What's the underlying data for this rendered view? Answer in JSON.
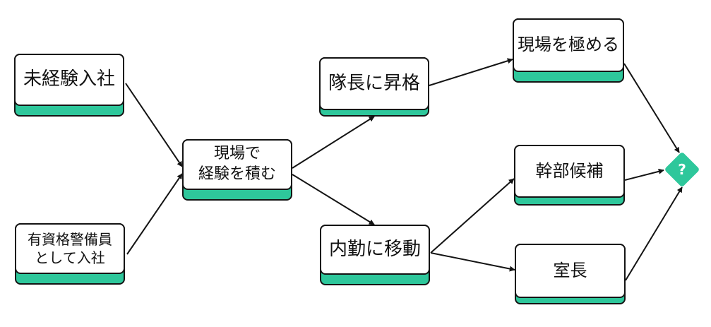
{
  "colors": {
    "accent": "#2ec79b",
    "stroke": "#141414",
    "face": "#ffffff"
  },
  "nodes": {
    "mikeiken_nyusha": {
      "lines": [
        "未経験入社"
      ]
    },
    "yushikaku_nyusha": {
      "lines": [
        "有資格警備員",
        "として入社"
      ]
    },
    "genba_keiken": {
      "lines": [
        "現場で",
        "経験を積む"
      ]
    },
    "taicho_shokaku": {
      "lines": [
        "隊長に昇格"
      ]
    },
    "naikin_ido": {
      "lines": [
        "内勤に移動"
      ]
    },
    "genba_kiwameru": {
      "lines": [
        "現場を極める"
      ]
    },
    "kanbu_kohо": {
      "lines": [
        "幹部候補"
      ]
    },
    "shitsucho": {
      "lines": [
        "室長"
      ]
    }
  },
  "goal": {
    "label": "?",
    "icon": "question-diamond-icon"
  },
  "edges": [
    {
      "from": "mikeiken_nyusha",
      "to": "genba_keiken"
    },
    {
      "from": "yushikaku_nyusha",
      "to": "genba_keiken"
    },
    {
      "from": "genba_keiken",
      "to": "taicho_shokaku"
    },
    {
      "from": "genba_keiken",
      "to": "naikin_ido"
    },
    {
      "from": "taicho_shokaku",
      "to": "genba_kiwameru"
    },
    {
      "from": "naikin_ido",
      "to": "kanbu_kohо"
    },
    {
      "from": "naikin_ido",
      "to": "shitsucho"
    },
    {
      "from": "genba_kiwameru",
      "to": "goal"
    },
    {
      "from": "kanbu_kohо",
      "to": "goal"
    },
    {
      "from": "shitsucho",
      "to": "goal"
    }
  ]
}
